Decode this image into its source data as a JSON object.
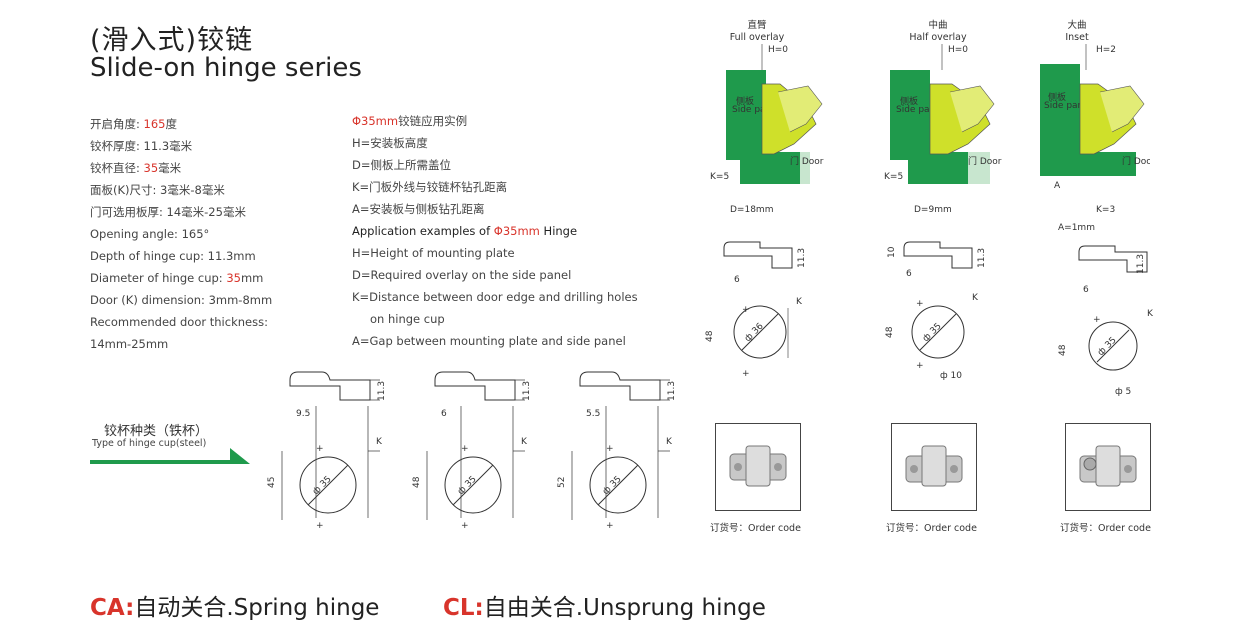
{
  "title": {
    "cn": "(滑入式)铰链",
    "en": "Slide-on hinge series"
  },
  "specs": [
    {
      "pre": "开启角度: ",
      "hl": "165",
      "post": "度"
    },
    {
      "pre": "铰杯厚度: 11.3毫米",
      "hl": "",
      "post": ""
    },
    {
      "pre": "铰杯直径: ",
      "hl": "35",
      "post": "毫米"
    },
    {
      "pre": "面板(K)尺寸: 3毫米-8毫米",
      "hl": "",
      "post": ""
    },
    {
      "pre": "门可选用板厚: 14毫米-25毫米",
      "hl": "",
      "post": ""
    },
    {
      "pre": "Opening angle: 165°",
      "hl": "",
      "post": ""
    },
    {
      "pre": "Depth of hinge cup: 11.3mm",
      "hl": "",
      "post": ""
    },
    {
      "pre": "Diameter of hinge cup: ",
      "hl": "35",
      "post": "mm"
    },
    {
      "pre": "Door (K) dimension: 3mm-8mm",
      "hl": "",
      "post": ""
    },
    {
      "pre": "Recommended door thickness:",
      "hl": "",
      "post": ""
    },
    {
      "pre": "14mm-25mm",
      "hl": "",
      "post": ""
    }
  ],
  "notes": {
    "cn_head_hl": "Φ35mm",
    "cn_head": "铰链应用实例",
    "cn_lines": [
      "H=安装板高度",
      "D=侧板上所需盖位",
      "K=门板外线与铰链杯钻孔距离",
      "A=安装板与侧板钻孔距离"
    ],
    "en_head_pre": "Application examples of ",
    "en_head_hl": "Φ35mm",
    "en_head_post": " Hinge",
    "en_lines": [
      "H=Height of mounting plate",
      "D=Required overlay on the side panel",
      "K=Distance between door edge and drilling holes"
    ],
    "en_indent": "on hinge cup",
    "en_last": "A=Gap between mounting plate and side panel"
  },
  "cup_type": {
    "cn": "铰杯种类（铁杯）",
    "en": "Type of hinge cup(steel)"
  },
  "cup_diagrams": [
    {
      "offset": "9.5",
      "height": "45",
      "dia": "ф 35",
      "depth": "11.3",
      "k": "K"
    },
    {
      "offset": "6",
      "height": "48",
      "dia": "ф 35",
      "depth": "11.3",
      "k": "K"
    },
    {
      "offset": "5.5",
      "height": "52",
      "dia": "ф 35",
      "depth": "11.3",
      "k": "K"
    }
  ],
  "overlays": [
    {
      "cn": "直臂",
      "en": "Full overlay",
      "h": "H=0",
      "k": "K=5",
      "d": "D=18mm",
      "side": "侧板",
      "side_en": "Side panel",
      "door": "门 Door"
    },
    {
      "cn": "中曲",
      "en": "Half overlay",
      "h": "H=0",
      "k": "K=5",
      "d": "D=9mm",
      "side": "侧板",
      "side_en": "Side panel",
      "door": "门 Door"
    },
    {
      "cn": "大曲",
      "en": "Inset",
      "h": "H=2",
      "k": "K=3",
      "a": "A",
      "a_val": "A=1mm",
      "side": "侧板",
      "side_en": "Side panel",
      "door": "门 Door"
    }
  ],
  "right_diagrams": [
    {
      "offset": "6",
      "height": "48",
      "dia": "ф 36",
      "depth": "11.3",
      "k": "K",
      "extra": ""
    },
    {
      "offset": "6",
      "height": "48",
      "dia": "ф 35",
      "depth": "11.3",
      "k": "K",
      "extra": "ф 10",
      "top": "10"
    },
    {
      "offset": "6",
      "height": "48",
      "dia": "ф 35",
      "depth": "11.3",
      "k": "K",
      "extra": "ф 5"
    }
  ],
  "order_code": "订货号：Order code",
  "bottom": {
    "ca_hl": "CA:",
    "ca": "自动关合.Spring hinge",
    "cl_hl": "CL:",
    "cl": "自由关合.Unsprung hinge"
  },
  "colors": {
    "accent": "#d8342b",
    "green": "#1f9a4c",
    "yellow": "#cfe02a"
  }
}
